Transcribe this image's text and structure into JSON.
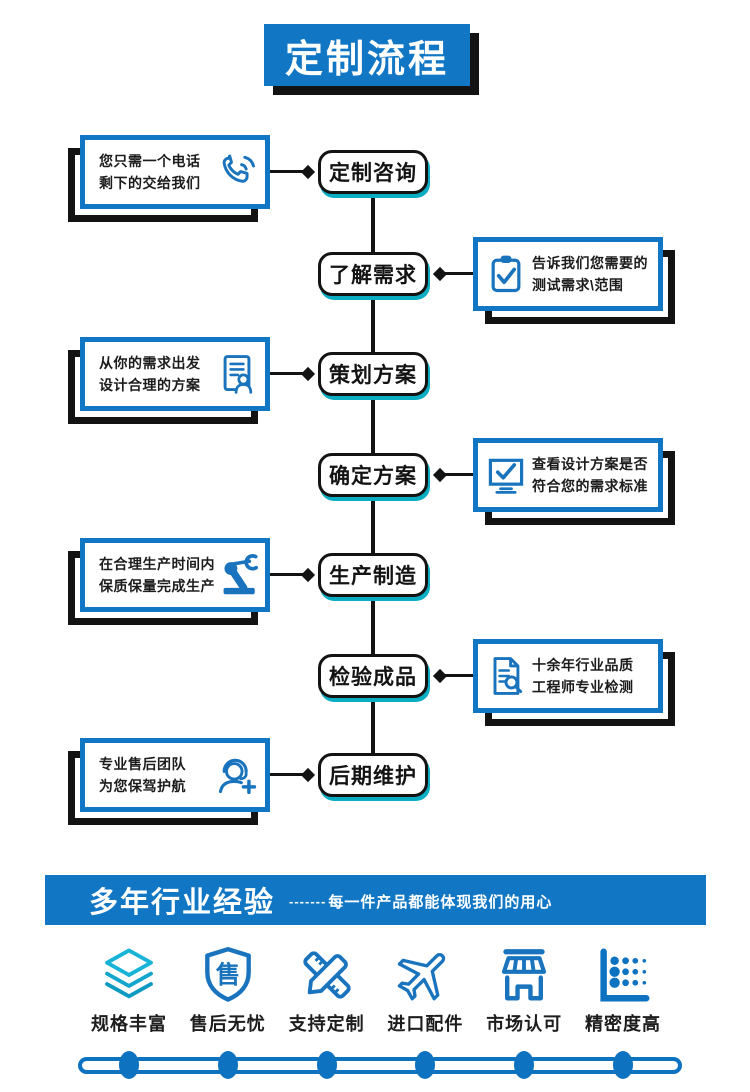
{
  "title": "定制流程",
  "steps": [
    {
      "label": "定制咨询",
      "side": "left",
      "callout_line1": "您只需一个电话",
      "callout_line2": "剩下的交给我们",
      "icon": "phone-icon"
    },
    {
      "label": "了解需求",
      "side": "right",
      "callout_line1": "告诉我们您需要的",
      "callout_line2": "测试需求\\范围",
      "icon": "clipboard-check-icon"
    },
    {
      "label": "策划方案",
      "side": "left",
      "callout_line1": "从你的需求出发",
      "callout_line2": "设计合理的方案",
      "icon": "document-person-icon"
    },
    {
      "label": "确定方案",
      "side": "right",
      "callout_line1": "查看设计方案是否",
      "callout_line2": "符合您的需求标准",
      "icon": "monitor-check-icon"
    },
    {
      "label": "生产制造",
      "side": "left",
      "callout_line1": "在合理生产时间内",
      "callout_line2": "保质保量完成生产",
      "icon": "robot-arm-icon"
    },
    {
      "label": "检验成品",
      "side": "right",
      "callout_line1": "十余年行业品质",
      "callout_line2": "工程师专业检测",
      "icon": "document-search-icon"
    },
    {
      "label": "后期维护",
      "side": "left",
      "callout_line1": "专业售后团队",
      "callout_line2": "为您保驾护航",
      "icon": "headset-plus-icon"
    }
  ],
  "banner": {
    "title": "多年行业经验",
    "dashes": "-------",
    "slogan": "每一件产品都能体现我们的用心"
  },
  "features": [
    {
      "label": "规格丰富",
      "icon": "layers-icon"
    },
    {
      "label": "售后无忧",
      "icon": "shield-icon",
      "shield_char": "售"
    },
    {
      "label": "支持定制",
      "icon": "ruler-pen-icon"
    },
    {
      "label": "进口配件",
      "icon": "airplane-icon"
    },
    {
      "label": "市场认可",
      "icon": "store-icon"
    },
    {
      "label": "精密度高",
      "icon": "dot-chart-icon"
    }
  ],
  "colors": {
    "primary_blue": "#1177c5",
    "icon_blue": "#1a74bd",
    "teal_shadow": "#0badc2",
    "ink": "#131313"
  }
}
